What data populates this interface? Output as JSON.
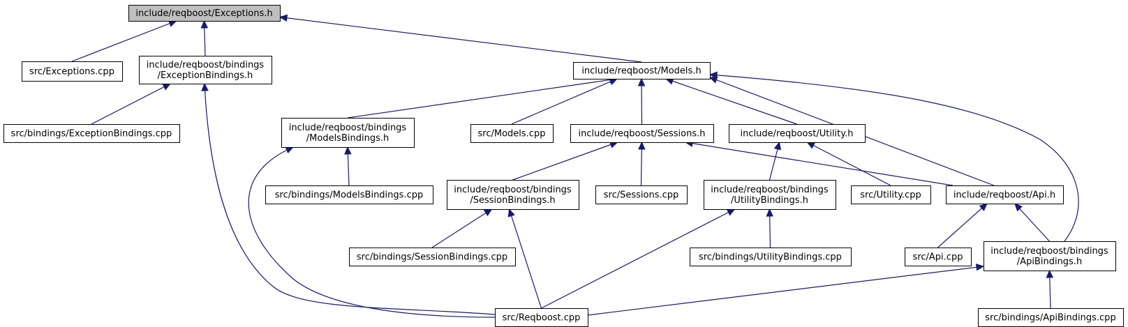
{
  "diagram": {
    "colors": {
      "edge": "#191970",
      "root_fill": "#bfbfbf",
      "node_fill": "#ffffff",
      "node_stroke": "#000000"
    },
    "nodes": [
      {
        "id": "exceptions_h",
        "lines": [
          "include/reqboost/Exceptions.h"
        ],
        "root": true
      },
      {
        "id": "exceptions_cpp",
        "lines": [
          "src/Exceptions.cpp"
        ]
      },
      {
        "id": "exceptionbindings_h",
        "lines": [
          "include/reqboost/bindings",
          "/ExceptionBindings.h"
        ]
      },
      {
        "id": "models_h",
        "lines": [
          "include/reqboost/Models.h"
        ]
      },
      {
        "id": "exceptionbindings_cpp",
        "lines": [
          "src/bindings/ExceptionBindings.cpp"
        ]
      },
      {
        "id": "modelsbindings_h",
        "lines": [
          "include/reqboost/bindings",
          "/ModelsBindings.h"
        ]
      },
      {
        "id": "models_cpp",
        "lines": [
          "src/Models.cpp"
        ]
      },
      {
        "id": "sessions_h",
        "lines": [
          "include/reqboost/Sessions.h"
        ]
      },
      {
        "id": "utility_h",
        "lines": [
          "include/reqboost/Utility.h"
        ]
      },
      {
        "id": "modelsbindings_cpp",
        "lines": [
          "src/bindings/ModelsBindings.cpp"
        ]
      },
      {
        "id": "sessionbindings_h",
        "lines": [
          "include/reqboost/bindings",
          "/SessionBindings.h"
        ]
      },
      {
        "id": "sessions_cpp",
        "lines": [
          "src/Sessions.cpp"
        ]
      },
      {
        "id": "utilitybindings_h",
        "lines": [
          "include/reqboost/bindings",
          "/UtilityBindings.h"
        ]
      },
      {
        "id": "utility_cpp",
        "lines": [
          "src/Utility.cpp"
        ]
      },
      {
        "id": "api_h",
        "lines": [
          "include/reqboost/Api.h"
        ]
      },
      {
        "id": "sessionbindings_cpp",
        "lines": [
          "src/bindings/SessionBindings.cpp"
        ]
      },
      {
        "id": "utilitybindings_cpp",
        "lines": [
          "src/bindings/UtilityBindings.cpp"
        ]
      },
      {
        "id": "api_cpp",
        "lines": [
          "src/Api.cpp"
        ]
      },
      {
        "id": "apibindings_h",
        "lines": [
          "include/reqboost/bindings",
          "/ApiBindings.h"
        ]
      },
      {
        "id": "reqboost_cpp",
        "lines": [
          "src/Reqboost.cpp"
        ]
      },
      {
        "id": "apibindings_cpp",
        "lines": [
          "src/bindings/ApiBindings.cpp"
        ]
      }
    ],
    "edges": [
      {
        "from": "exceptions_cpp",
        "to": "exceptions_h"
      },
      {
        "from": "exceptionbindings_h",
        "to": "exceptions_h"
      },
      {
        "from": "models_h",
        "to": "exceptions_h"
      },
      {
        "from": "exceptionbindings_cpp",
        "to": "exceptionbindings_h"
      },
      {
        "from": "reqboost_cpp",
        "to": "exceptionbindings_h"
      },
      {
        "from": "modelsbindings_h",
        "to": "models_h"
      },
      {
        "from": "models_cpp",
        "to": "models_h"
      },
      {
        "from": "sessions_h",
        "to": "models_h"
      },
      {
        "from": "utility_h",
        "to": "models_h"
      },
      {
        "from": "api_h",
        "to": "models_h"
      },
      {
        "from": "apibindings_h",
        "to": "models_h"
      },
      {
        "from": "modelsbindings_cpp",
        "to": "modelsbindings_h"
      },
      {
        "from": "reqboost_cpp",
        "to": "modelsbindings_h"
      },
      {
        "from": "sessionbindings_h",
        "to": "sessions_h"
      },
      {
        "from": "sessions_cpp",
        "to": "sessions_h"
      },
      {
        "from": "api_h",
        "to": "sessions_h"
      },
      {
        "from": "utilitybindings_h",
        "to": "utility_h"
      },
      {
        "from": "utility_cpp",
        "to": "utility_h"
      },
      {
        "from": "sessionbindings_cpp",
        "to": "sessionbindings_h"
      },
      {
        "from": "reqboost_cpp",
        "to": "sessionbindings_h"
      },
      {
        "from": "reqboost_cpp",
        "to": "utilitybindings_h"
      },
      {
        "from": "utilitybindings_cpp",
        "to": "utilitybindings_h"
      },
      {
        "from": "api_cpp",
        "to": "api_h"
      },
      {
        "from": "apibindings_h",
        "to": "api_h"
      },
      {
        "from": "reqboost_cpp",
        "to": "apibindings_h"
      },
      {
        "from": "apibindings_cpp",
        "to": "apibindings_h"
      }
    ]
  }
}
